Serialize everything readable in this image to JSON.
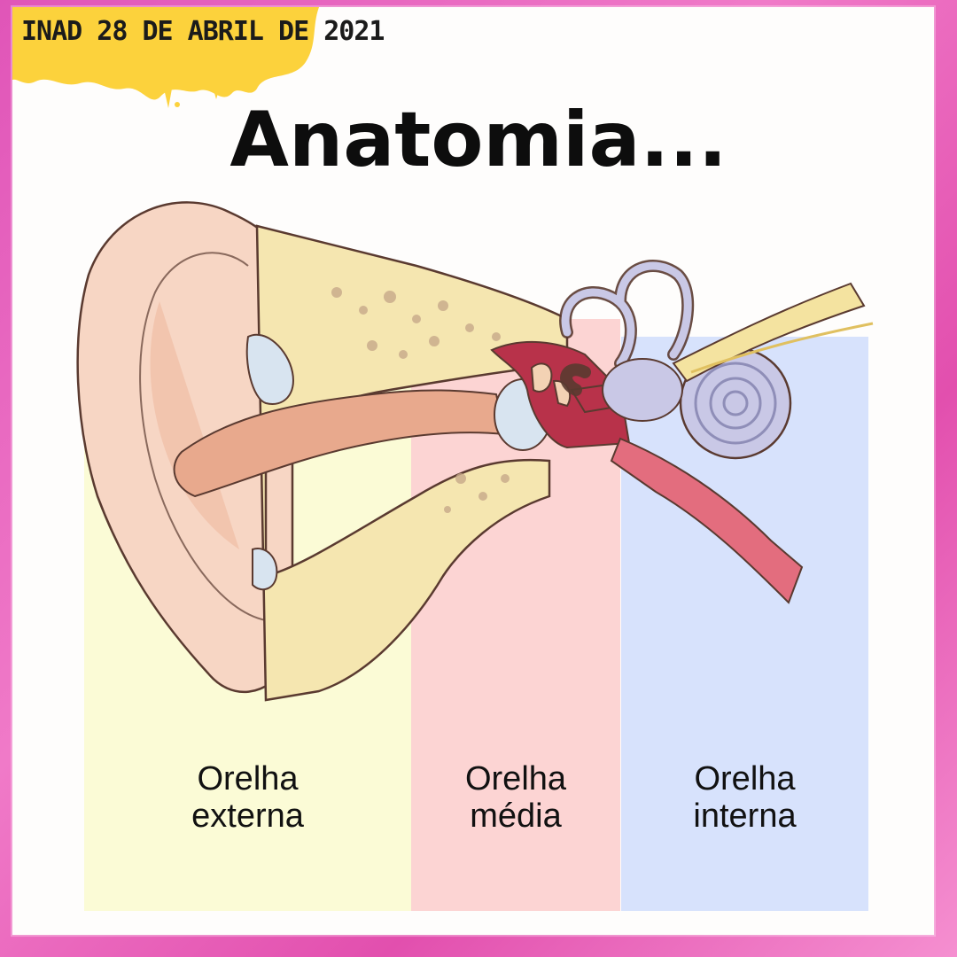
{
  "header": {
    "date_label": "INAD 28 DE ABRIL DE 2021",
    "title": "Anatomia..."
  },
  "sections": [
    {
      "line1": "Orelha",
      "line2": "externa",
      "color": "#fbfbd6"
    },
    {
      "line1": "Orelha",
      "line2": "média",
      "color": "#fcd4d3"
    },
    {
      "line1": "Orelha",
      "line2": "interna",
      "color": "#d7e2fc"
    }
  ],
  "colors": {
    "frame": "#e055b8",
    "splash": "#fcd23c",
    "skin": "#f7d6c4",
    "bone": "#f5e6b0",
    "canal": "#e8a98d",
    "cavity": "#b8324a",
    "inner_ear": "#c9c8e6"
  }
}
